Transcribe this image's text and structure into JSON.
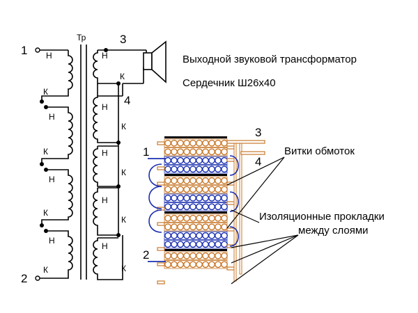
{
  "title": {
    "line1": "Выходной звуковой трансформатор",
    "line2": "Сердечник  Ш26х40"
  },
  "transformer_label": "Тр",
  "terminals": {
    "t1": "1",
    "t2": "2",
    "t3": "3",
    "t4": "4"
  },
  "winding_start": "Н",
  "winding_end": "К",
  "detail": {
    "t1": "1",
    "t2": "2",
    "t3": "3",
    "t4": "4",
    "turns_label": "Витки обмоток",
    "insulation_line1": "Изоляционные прокладки",
    "insulation_line2": "между слоями"
  },
  "colors": {
    "wire": "#000000",
    "copper": "#c8782a",
    "insulation": "#f5e6c8",
    "blue_winding": "#1a2fb0",
    "core_black": "#000000"
  }
}
